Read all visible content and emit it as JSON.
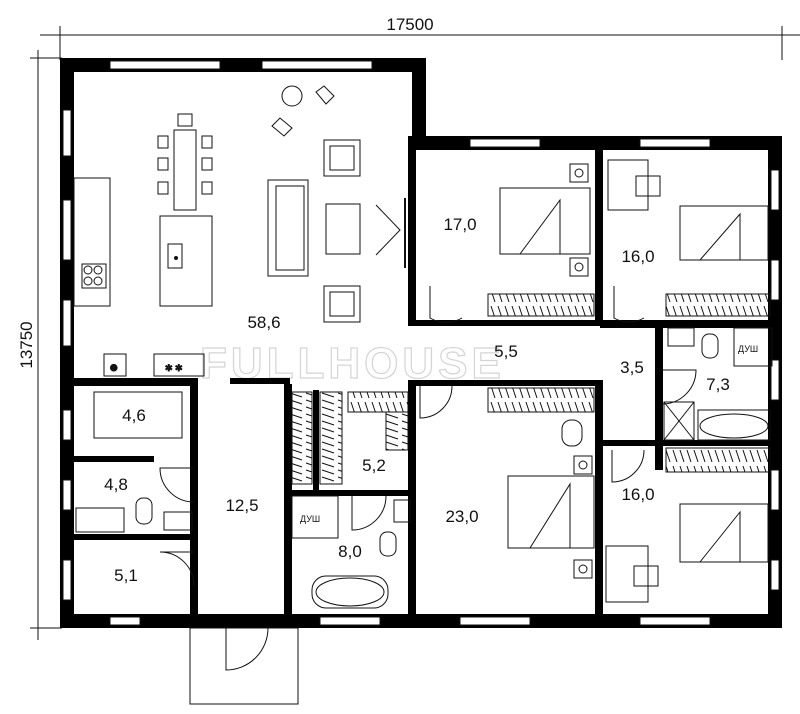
{
  "dimensions": {
    "width": "17500",
    "height": "13750"
  },
  "watermark": "FULLHOUSE",
  "rooms": {
    "living": "58,6",
    "bedroom_top": "17,0",
    "bedroom_right_top": "16,0",
    "hall": "5,5",
    "corridor_right": "3,5",
    "bath_right": "7,3",
    "storage": "4,6",
    "wc": "4,8",
    "vestibule": "12,5",
    "boiler": "5,1",
    "wardrobe": "5,2",
    "bath_main": "8,0",
    "bedroom_master": "23,0",
    "bedroom_right_bottom": "16,0"
  },
  "shower_labels": {
    "right": "ДУШ",
    "main": "ДУШ"
  },
  "colors": {
    "wall": "#000000",
    "line": "#111111",
    "background": "#ffffff"
  }
}
